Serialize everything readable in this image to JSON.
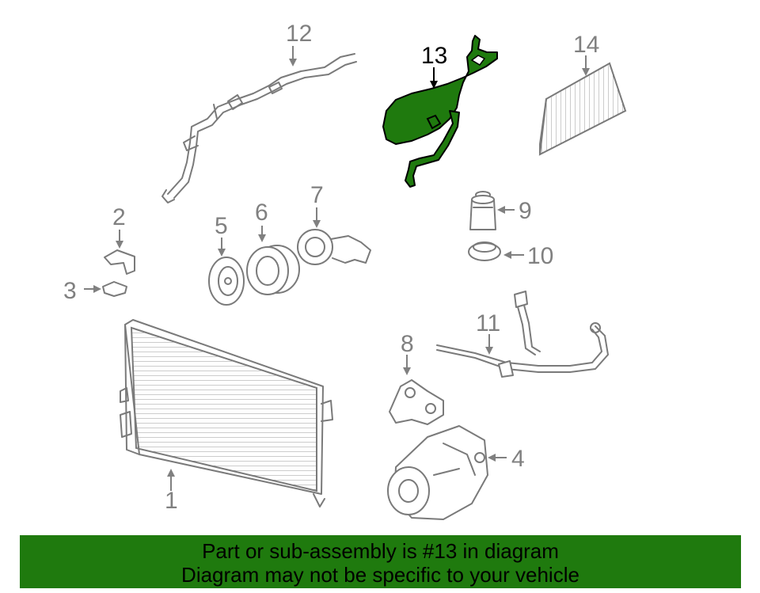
{
  "callouts": {
    "c1": "1",
    "c2": "2",
    "c3": "3",
    "c4": "4",
    "c5": "5",
    "c6": "6",
    "c7": "7",
    "c8": "8",
    "c9": "9",
    "c10": "10",
    "c11": "11",
    "c12": "12",
    "c13": "13",
    "c14": "14"
  },
  "highlight_color": "#1f7a0e",
  "banner": {
    "line1": "Part or sub-assembly is #13 in diagram",
    "line2": "Diagram may not be specific to your vehicle",
    "background": "#1f7a0e"
  }
}
